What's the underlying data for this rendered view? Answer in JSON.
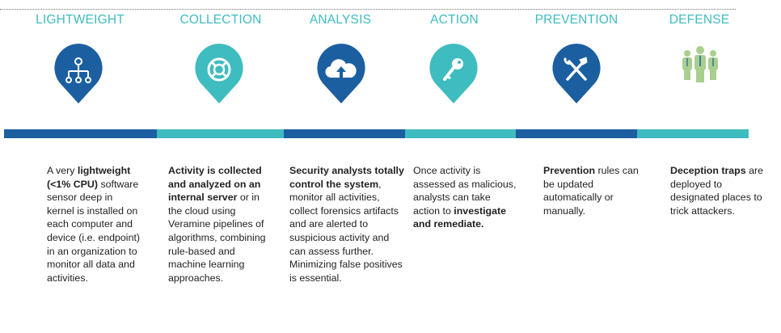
{
  "colors": {
    "blue": "#1c5fa0",
    "teal": "#3fbcc0",
    "green": "#a9cf8f"
  },
  "stages": [
    {
      "key": "lightweight",
      "title": "LIGHTWEIGHT",
      "icon": "network-hub-icon",
      "pin_color": "blue",
      "bar_color": "blue",
      "text": [
        {
          "t": "A very ",
          "b": false
        },
        {
          "t": "lightweight (<1% CPU)",
          "b": true
        },
        {
          "t": " software sensor deep in kernel is installed on each computer and device (i.e. endpoint) in an organization to monitor all data and activities.",
          "b": false
        }
      ]
    },
    {
      "key": "collection",
      "title": "COLLECTION",
      "icon": "lifebuoy-icon",
      "pin_color": "teal",
      "bar_color": "teal",
      "text": [
        {
          "t": "Activity is collected and analyzed on an internal server",
          "b": true
        },
        {
          "t": " or in the cloud using Veramine pipelines of algorithms, combining rule-based and machine learning approaches.",
          "b": false
        }
      ]
    },
    {
      "key": "analysis",
      "title": "ANALYSIS",
      "icon": "cloud-upload-icon",
      "pin_color": "blue",
      "bar_color": "blue",
      "text": [
        {
          "t": "Security analysts totally control the system",
          "b": true
        },
        {
          "t": ", monitor all activities, collect forensics artifacts and are alerted to suspicious activity and can assess further. Minimizing false positives is essential.",
          "b": false
        }
      ]
    },
    {
      "key": "action",
      "title": "ACTION",
      "icon": "key-icon",
      "pin_color": "teal",
      "bar_color": "teal",
      "text": [
        {
          "t": "Once activity is assessed as malicious, analysts can take action to ",
          "b": false
        },
        {
          "t": "investigate and remediate.",
          "b": true
        }
      ]
    },
    {
      "key": "prevention",
      "title": "PREVENTION",
      "icon": "hammer-wrench-icon",
      "pin_color": "blue",
      "bar_color": "blue",
      "text": [
        {
          "t": "Prevention",
          "b": true
        },
        {
          "t": " rules can be updated automatically or manually.",
          "b": false
        }
      ]
    },
    {
      "key": "defense",
      "title": "DEFENSE",
      "icon": "people-group-icon",
      "pin_color": "none",
      "bar_color": "teal",
      "text": [
        {
          "t": "Deception traps",
          "b": true
        },
        {
          "t": " are deployed to designated places to trick attackers.",
          "b": false
        }
      ]
    }
  ]
}
